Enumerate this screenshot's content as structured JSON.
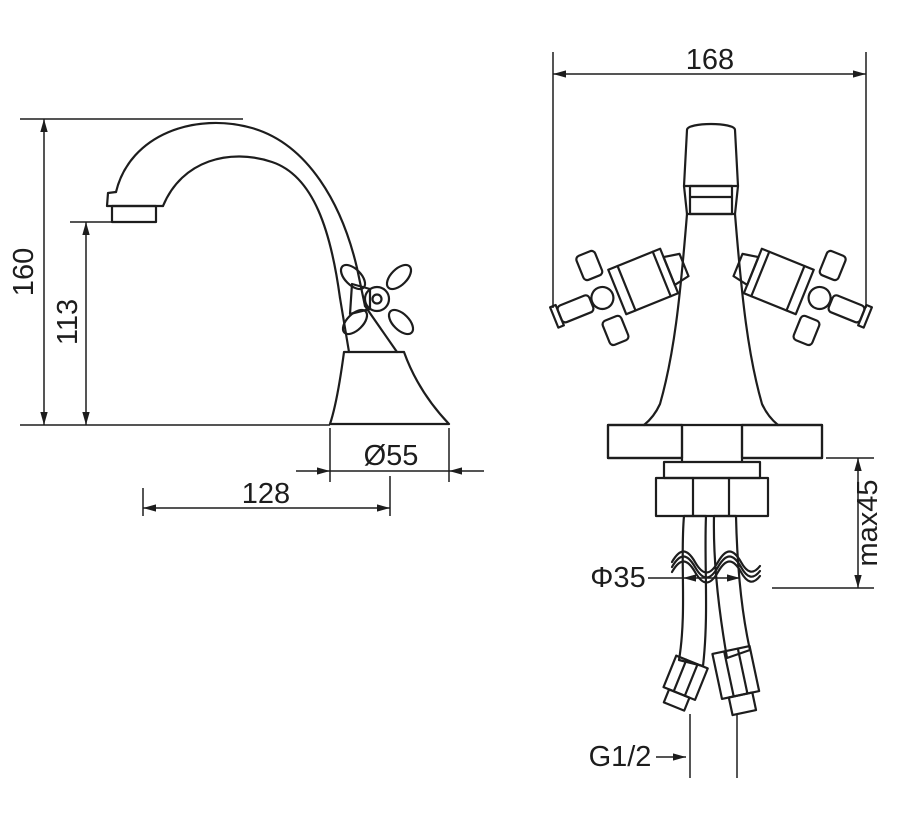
{
  "colors": {
    "line": "#1d1d1d",
    "background": "#ffffff"
  },
  "side_view": {
    "total_height": "160",
    "spout_height": "113",
    "base_diameter": "Ø55",
    "spout_reach": "128"
  },
  "front_view": {
    "total_width": "168",
    "counter_thickness": "max45",
    "hole_diameter": "Φ35",
    "hose_thread": "G1/2"
  }
}
